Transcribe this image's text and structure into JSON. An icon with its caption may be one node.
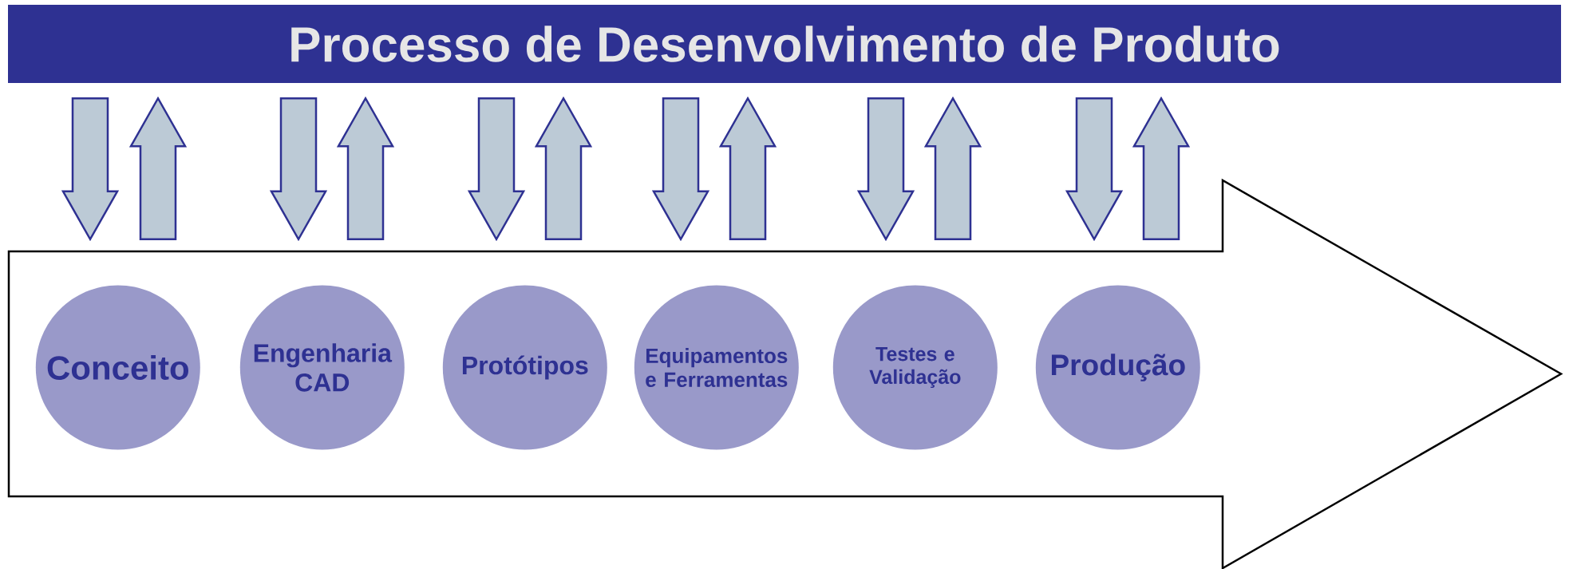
{
  "diagram": {
    "nodes": [
      {
        "text": [
          "Processo de Desenvolvimento de Produto"
        ]
      },
      {
        "text": [],
        "shape": "arrow"
      },
      {
        "text": [
          "Conceito"
        ],
        "in": 1
      },
      {
        "text": [
          "Engenharia CAD"
        ],
        "in": 1
      },
      {
        "text": [
          "Protótipos"
        ],
        "in": 1
      },
      {
        "text": [
          "Equipamentos e Ferramentas"
        ],
        "in": 1
      },
      {
        "text": [
          "Testes e Validação"
        ],
        "in": 1
      },
      {
        "text": [
          "Produção"
        ],
        "in": 1
      }
    ],
    "edges": [
      {
        "from": 0,
        "to": 1,
        "arrow": "to"
      },
      {
        "from": 1,
        "to": 0,
        "arrow": "to"
      },
      {
        "from": 0,
        "to": 1,
        "arrow": "to"
      },
      {
        "from": 1,
        "to": 0,
        "arrow": "to"
      },
      {
        "from": 0,
        "to": 1,
        "arrow": "to"
      },
      {
        "from": 1,
        "to": 0,
        "arrow": "to"
      },
      {
        "from": 0,
        "to": 1,
        "arrow": "to"
      },
      {
        "from": 1,
        "to": 0,
        "arrow": "to"
      },
      {
        "from": 0,
        "to": 1,
        "arrow": "to"
      },
      {
        "from": 1,
        "to": 0,
        "arrow": "to"
      },
      {
        "from": 0,
        "to": 1,
        "arrow": "to"
      },
      {
        "from": 1,
        "to": 0,
        "arrow": "to"
      }
    ]
  }
}
